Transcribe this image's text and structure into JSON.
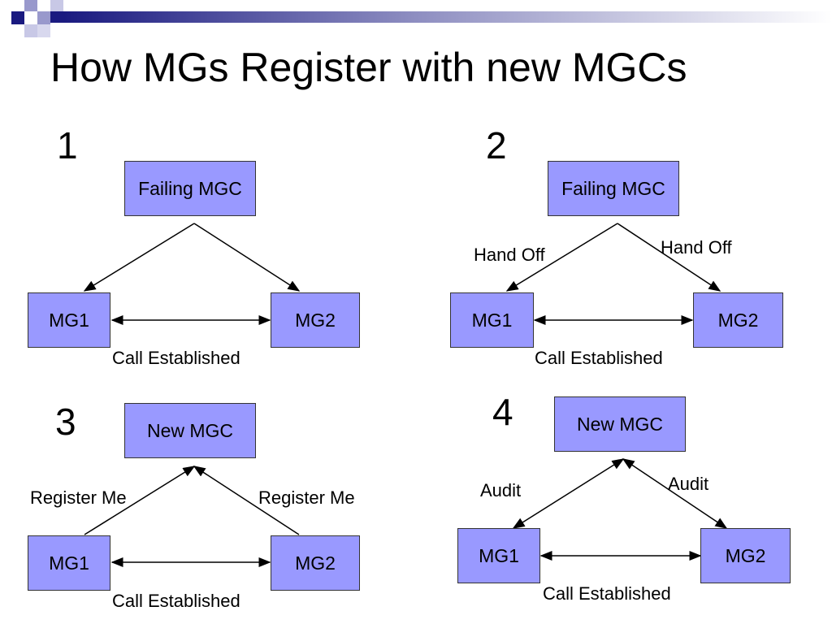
{
  "slide": {
    "title": "How MGs Register with new MGCs"
  },
  "panels": [
    {
      "number": "1",
      "controller": "Failing MGC",
      "gateway_left": "MG1",
      "gateway_right": "MG2",
      "link_label": "Call Established"
    },
    {
      "number": "2",
      "controller": "Failing MGC",
      "gateway_left": "MG1",
      "gateway_right": "MG2",
      "link_label": "Call Established",
      "edge_left_label": "Hand Off",
      "edge_right_label": "Hand Off"
    },
    {
      "number": "3",
      "controller": "New MGC",
      "gateway_left": "MG1",
      "gateway_right": "MG2",
      "link_label": "Call Established",
      "edge_left_label": "Register Me",
      "edge_right_label": "Register Me"
    },
    {
      "number": "4",
      "controller": "New MGC",
      "gateway_left": "MG1",
      "gateway_right": "MG2",
      "link_label": "Call Established",
      "edge_left_label": "Audit",
      "edge_right_label": "Audit"
    }
  ],
  "colors": {
    "node_fill": "#9999ff",
    "deco_dark": "#1a1a80",
    "deco_light": "#9999cc"
  }
}
